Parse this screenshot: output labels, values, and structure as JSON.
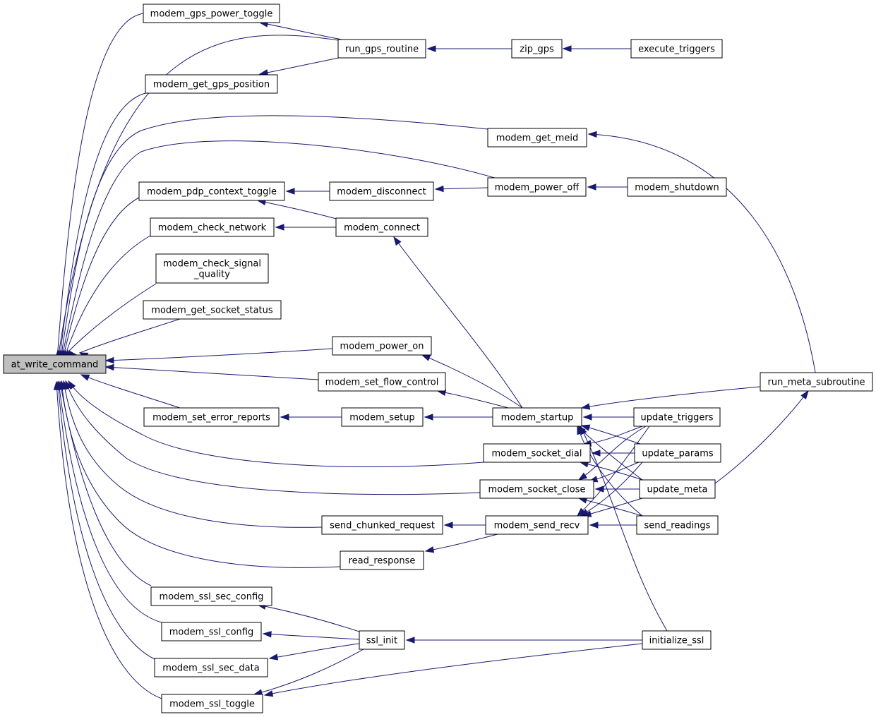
{
  "colors": {
    "edge": "#191970",
    "root_fill": "#bfbfbf",
    "node_fill": "#ffffff",
    "node_stroke": "#000000"
  },
  "nodes": {
    "at_write_command": "at_write_command",
    "modem_gps_power_toggle": "modem_gps_power_toggle",
    "run_gps_routine": "run_gps_routine",
    "zip_gps": "zip_gps",
    "execute_triggers": "execute_triggers",
    "modem_get_gps_position": "modem_get_gps_position",
    "modem_get_meid": "modem_get_meid",
    "modem_pdp_context_toggle": "modem_pdp_context_toggle",
    "modem_disconnect": "modem_disconnect",
    "modem_power_off": "modem_power_off",
    "modem_shutdown": "modem_shutdown",
    "modem_check_network": "modem_check_network",
    "modem_connect": "modem_connect",
    "modem_check_signal_quality": [
      "modem_check_signal",
      "_quality"
    ],
    "modem_get_socket_status": "modem_get_socket_status",
    "modem_power_on": "modem_power_on",
    "modem_set_flow_control": "modem_set_flow_control",
    "run_meta_subroutine": "run_meta_subroutine",
    "modem_set_error_reports": "modem_set_error_reports",
    "modem_setup": "modem_setup",
    "modem_startup": "modem_startup",
    "update_triggers": "update_triggers",
    "modem_socket_dial": "modem_socket_dial",
    "update_params": "update_params",
    "modem_socket_close": "modem_socket_close",
    "update_meta": "update_meta",
    "send_chunked_request": "send_chunked_request",
    "modem_send_recv": "modem_send_recv",
    "send_readings": "send_readings",
    "read_response": "read_response",
    "modem_ssl_sec_config": "modem_ssl_sec_config",
    "modem_ssl_config": "modem_ssl_config",
    "ssl_init": "ssl_init",
    "initialize_ssl": "initialize_ssl",
    "modem_ssl_sec_data": "modem_ssl_sec_data",
    "modem_ssl_toggle": "modem_ssl_toggle"
  },
  "edges": [
    [
      "modem_gps_power_toggle",
      "at_write_command"
    ],
    [
      "run_gps_routine",
      "at_write_command"
    ],
    [
      "modem_get_gps_position",
      "at_write_command"
    ],
    [
      "modem_get_meid",
      "at_write_command"
    ],
    [
      "modem_power_off",
      "at_write_command"
    ],
    [
      "modem_pdp_context_toggle",
      "at_write_command"
    ],
    [
      "modem_check_network",
      "at_write_command"
    ],
    [
      "modem_check_signal_quality",
      "at_write_command"
    ],
    [
      "modem_get_socket_status",
      "at_write_command"
    ],
    [
      "modem_power_on",
      "at_write_command"
    ],
    [
      "modem_set_flow_control",
      "at_write_command"
    ],
    [
      "modem_set_error_reports",
      "at_write_command"
    ],
    [
      "modem_socket_dial",
      "at_write_command"
    ],
    [
      "modem_socket_close",
      "at_write_command"
    ],
    [
      "send_chunked_request",
      "at_write_command"
    ],
    [
      "read_response",
      "at_write_command"
    ],
    [
      "modem_ssl_sec_config",
      "at_write_command"
    ],
    [
      "modem_ssl_config",
      "at_write_command"
    ],
    [
      "modem_ssl_sec_data",
      "at_write_command"
    ],
    [
      "modem_ssl_toggle",
      "at_write_command"
    ],
    [
      "run_gps_routine",
      "modem_gps_power_toggle"
    ],
    [
      "run_gps_routine",
      "modem_get_gps_position"
    ],
    [
      "zip_gps",
      "run_gps_routine"
    ],
    [
      "execute_triggers",
      "zip_gps"
    ],
    [
      "run_meta_subroutine",
      "modem_get_meid"
    ],
    [
      "modem_disconnect",
      "modem_pdp_context_toggle"
    ],
    [
      "modem_connect",
      "modem_pdp_context_toggle"
    ],
    [
      "modem_power_off",
      "modem_disconnect"
    ],
    [
      "modem_shutdown",
      "modem_power_off"
    ],
    [
      "modem_connect",
      "modem_check_network"
    ],
    [
      "modem_startup",
      "modem_connect"
    ],
    [
      "modem_startup",
      "modem_power_on"
    ],
    [
      "modem_startup",
      "modem_set_flow_control"
    ],
    [
      "modem_setup",
      "modem_set_error_reports"
    ],
    [
      "modem_startup",
      "modem_setup"
    ],
    [
      "run_meta_subroutine",
      "modem_startup"
    ],
    [
      "update_triggers",
      "modem_startup"
    ],
    [
      "update_params",
      "modem_startup"
    ],
    [
      "update_meta",
      "modem_startup"
    ],
    [
      "send_readings",
      "modem_startup"
    ],
    [
      "initialize_ssl",
      "modem_startup"
    ],
    [
      "update_triggers",
      "modem_socket_dial"
    ],
    [
      "update_params",
      "modem_socket_dial"
    ],
    [
      "update_meta",
      "modem_socket_dial"
    ],
    [
      "update_triggers",
      "modem_socket_close"
    ],
    [
      "update_params",
      "modem_socket_close"
    ],
    [
      "update_meta",
      "modem_socket_close"
    ],
    [
      "send_readings",
      "modem_socket_close"
    ],
    [
      "update_triggers",
      "modem_send_recv"
    ],
    [
      "update_params",
      "modem_send_recv"
    ],
    [
      "update_meta",
      "modem_send_recv"
    ],
    [
      "send_readings",
      "modem_send_recv"
    ],
    [
      "update_meta",
      "run_meta_subroutine"
    ],
    [
      "modem_send_recv",
      "send_chunked_request"
    ],
    [
      "modem_send_recv",
      "read_response"
    ],
    [
      "ssl_init",
      "modem_ssl_sec_config"
    ],
    [
      "ssl_init",
      "modem_ssl_config"
    ],
    [
      "ssl_init",
      "modem_ssl_sec_data"
    ],
    [
      "ssl_init",
      "modem_ssl_toggle"
    ],
    [
      "initialize_ssl",
      "ssl_init"
    ],
    [
      "initialize_ssl",
      "modem_ssl_toggle"
    ]
  ]
}
